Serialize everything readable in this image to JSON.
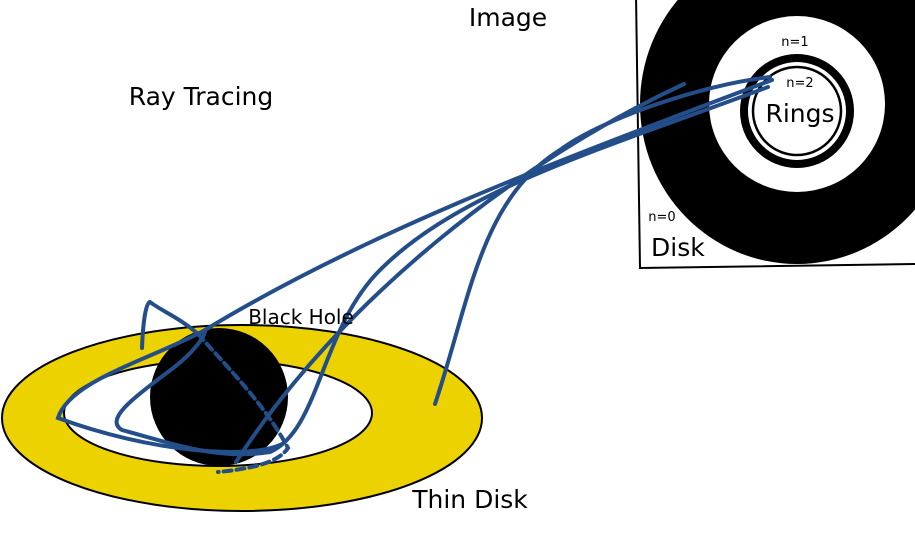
{
  "labels": {
    "image": "Image",
    "ray_tracing": "Ray Tracing",
    "black_hole": "Black Hole",
    "thin_disk": "Thin Disk",
    "disk": "Disk",
    "rings": "Rings",
    "n0": "n=0",
    "n1": "n=1",
    "n2": "n=2"
  },
  "colors": {
    "background": "#ffffff",
    "disk_fill": "#ecd200",
    "black_hole": "#000000",
    "ray": "#234e8a",
    "outline": "#000000"
  }
}
